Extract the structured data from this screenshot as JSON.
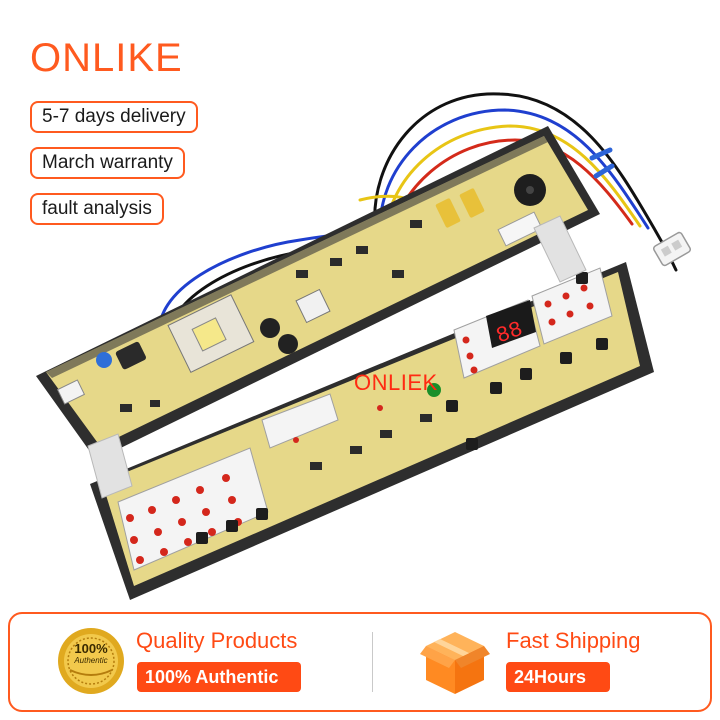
{
  "brand": {
    "name": "ONLIKE",
    "color": "#ff5a1f"
  },
  "badges": [
    {
      "label": "5-7 days delivery"
    },
    {
      "label": "March warranty"
    },
    {
      "label": "fault analysis"
    }
  ],
  "product": {
    "watermark": "ONLIEK",
    "display_digits": "88",
    "description": "washing machine control circuit boards (two PCB panels)"
  },
  "features": {
    "left": {
      "title": "Quality Products",
      "tag": "100% Authentic",
      "seal_big": "100%",
      "seal_small": "Authentic",
      "icon": "gold-seal-icon"
    },
    "right": {
      "title": "Fast Shipping",
      "tag": "24Hours",
      "icon": "shipping-box-icon"
    }
  },
  "colors": {
    "accent": "#ff5a1f",
    "tag_bg": "#ff4a14",
    "board": "#e9dc8e",
    "frame": "#2c2c2c"
  }
}
